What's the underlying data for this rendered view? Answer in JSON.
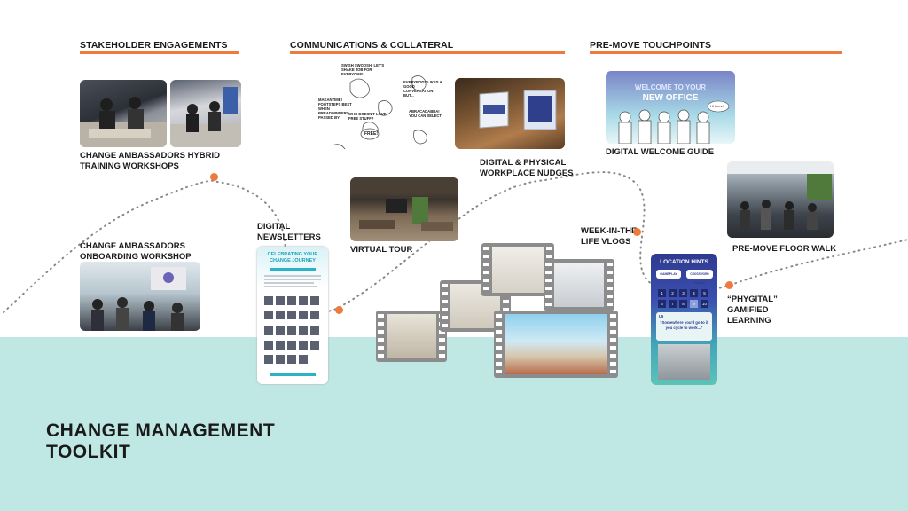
{
  "sections": {
    "stakeholder": "STAKEHOLDER ENGAGEMENTS",
    "communications": "COMMUNICATIONS & COLLATERAL",
    "premove": "PRE-MOVE TOUCHPOINTS"
  },
  "labels": {
    "hybrid_training": "CHANGE AMBASSADORS HYBRID TRAINING WORKSHOPS",
    "onboarding": "CHANGE AMBASSADORS ONBOARDING WORKSHOP",
    "newsletters": "DIGITAL NEWSLETTERS",
    "virtual_tour": "VIRTUAL TOUR",
    "nudges": "DIGITAL & PHYSICAL WORKPLACE NUDGES",
    "vlogs": "WEEK-IN-THE-LIFE VLOGS",
    "welcome_guide": "DIGITAL WELCOME GUIDE",
    "floor_walk": "PRE-MOVE FLOOR WALK",
    "phygital": "“PHYGITAL” GAMIFIED LEARNING"
  },
  "newsletter": {
    "heading": "CELEBRATING YOUR CHANGE JOURNEY"
  },
  "welcome": {
    "line1": "WELCOME TO YOUR",
    "line2": "NEW OFFICE",
    "greeting": "Hi there!"
  },
  "hints": {
    "title": "LOCATION HINTS",
    "btn1": "GAMEPLAY",
    "btn2": "CROSSWORD PUZZLE",
    "numbers": [
      "1",
      "2",
      "3",
      "4",
      "5",
      "6",
      "7",
      "8",
      "9",
      "10"
    ],
    "level": "L5",
    "clue": "“Somewhere you'd go to if you cycle to work...”"
  },
  "comics": {
    "c1": "SWISH SWOOSH! LET'S SHAKE JOB FOR EVERYONE!",
    "c2": "EVERYBODY LIKES A GOOD CONVERSATION BUT...",
    "c3": "MAKANTIME! FOOTSTEPS BEST WHEN BREADWINNERS PASSED BY",
    "c4": "WHO DOESN'T LOVE FREE STUFF?",
    "c5": "ABRACADABRA! YOU CAN SELECT",
    "free": "FREE!"
  },
  "main_title": {
    "line1": "CHANGE MANAGEMENT",
    "line2": "TOOLKIT"
  },
  "colors": {
    "accent": "#ee7b3d",
    "band": "#bfe8e5",
    "text": "#1a1a1a"
  }
}
